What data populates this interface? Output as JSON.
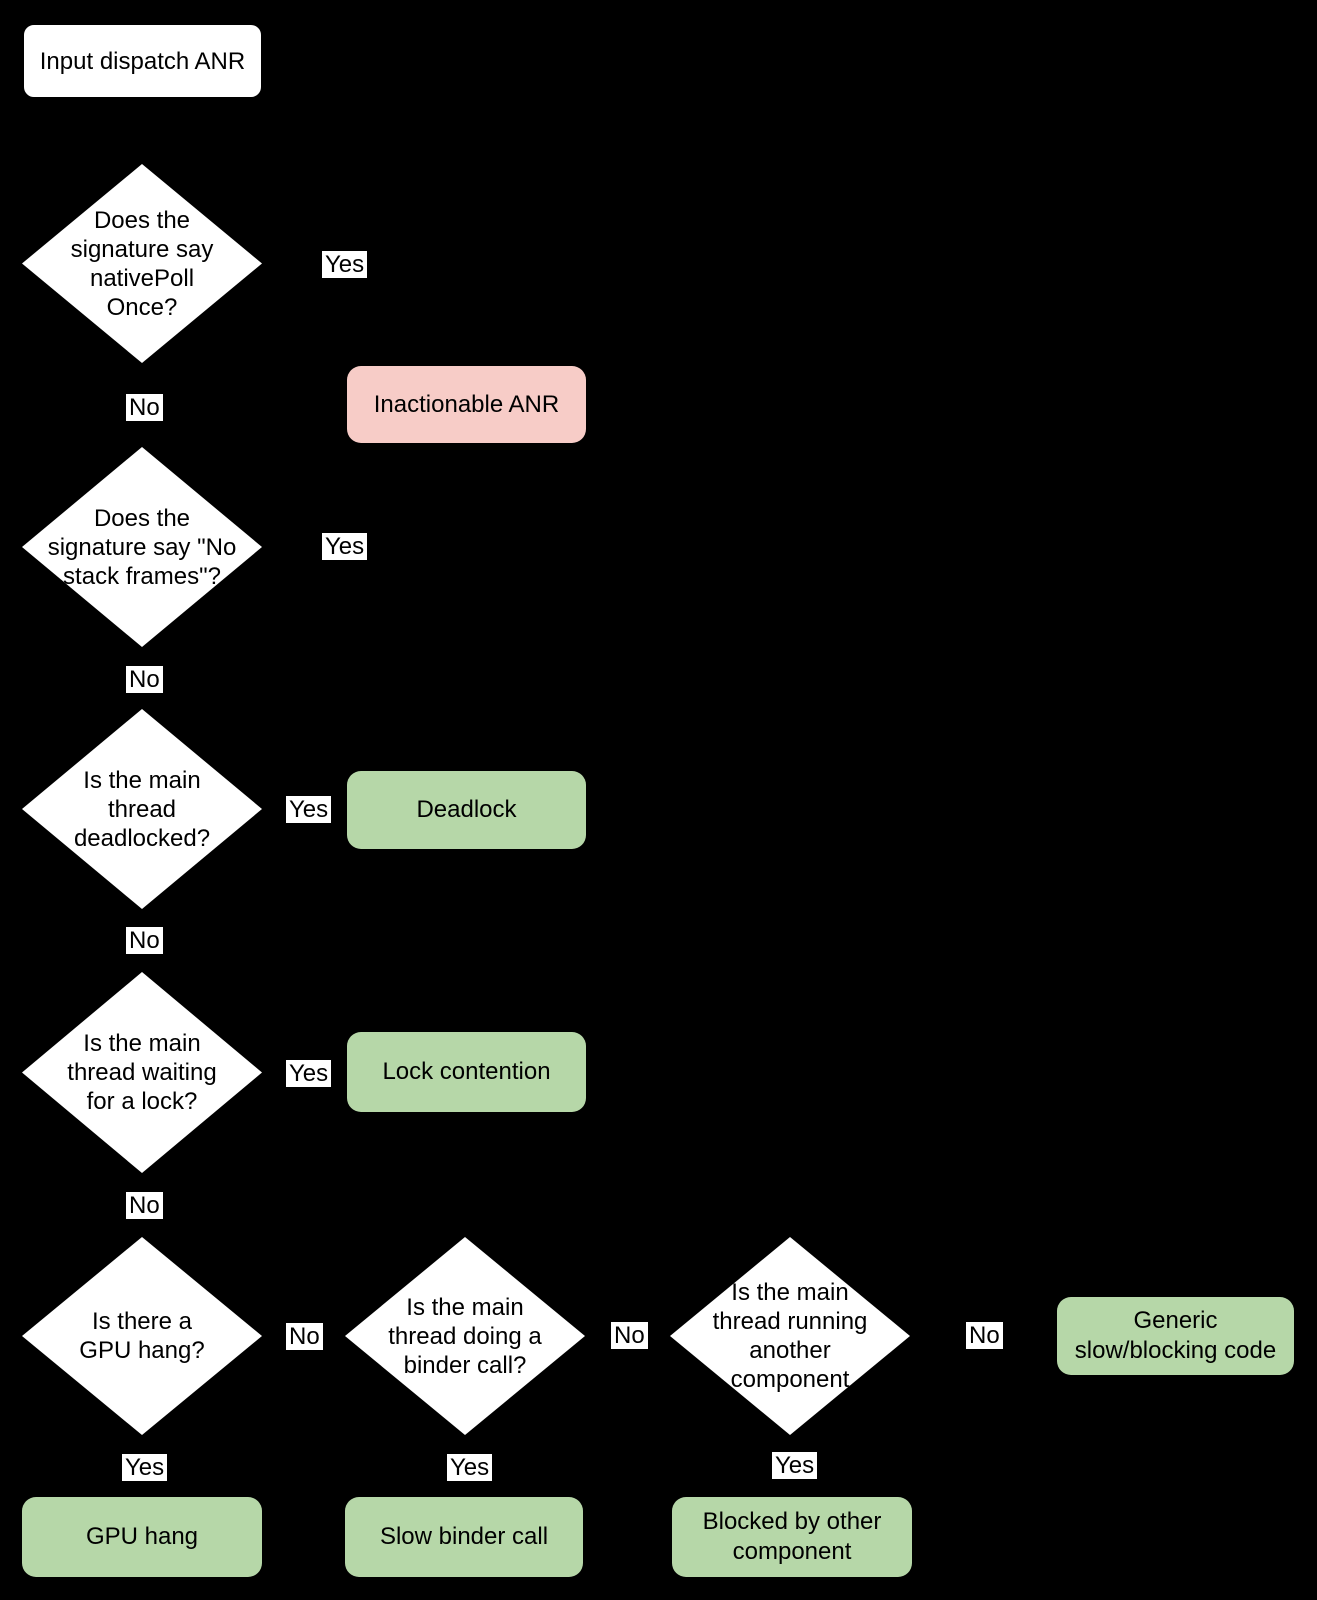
{
  "colors": {
    "background": "#000000",
    "decision_fill": "#ffffff",
    "outcome_green": "#b6d7a8",
    "outcome_pink": "#f7ccc7",
    "text": "#000000",
    "edge_label_background": "#ffffff"
  },
  "edge": {
    "yes": "Yes",
    "no": "No"
  },
  "start": {
    "label": "Input dispatch ANR"
  },
  "decisions": {
    "native_poll": {
      "question": "Does the\nsignature say\nnativePoll\nOnce?"
    },
    "no_stack_frames": {
      "question": "Does the\nsignature say \"No\nstack frames\"?"
    },
    "deadlocked": {
      "question": "Is the main\nthread\ndeadlocked?"
    },
    "waiting_lock": {
      "question": "Is the main\nthread waiting\nfor a lock?"
    },
    "gpu_hang": {
      "question": "Is there a\nGPU hang?"
    },
    "binder_call": {
      "question": "Is the main\nthread doing a\nbinder call?"
    },
    "other_component": {
      "question": "Is the main\nthread running\nanother\ncomponent"
    }
  },
  "outcomes": {
    "inactionable": "Inactionable ANR",
    "deadlock": "Deadlock",
    "lock_contention": "Lock contention",
    "gpu_hang": "GPU hang",
    "slow_binder": "Slow binder call",
    "blocked_other": "Blocked by other\ncomponent",
    "generic_slow": "Generic\nslow/blocking code"
  }
}
